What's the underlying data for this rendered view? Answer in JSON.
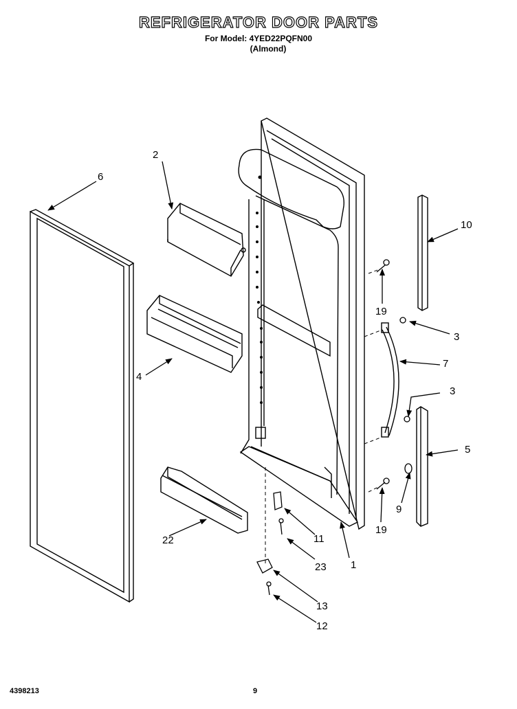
{
  "header": {
    "title": "REFRIGERATOR DOOR PARTS",
    "model_line": "For Model: 4YED22PQFN00",
    "color_line": "(Almond)"
  },
  "callouts": {
    "c1": "1",
    "c2": "2",
    "c3a": "3",
    "c3b": "3",
    "c4": "4",
    "c5": "5",
    "c6": "6",
    "c7": "7",
    "c9": "9",
    "c10": "10",
    "c11": "11",
    "c12": "12",
    "c13": "13",
    "c19a": "19",
    "c19b": "19",
    "c22": "22",
    "c23": "23"
  },
  "footer": {
    "doc_number": "4398213",
    "page_number": "9"
  }
}
